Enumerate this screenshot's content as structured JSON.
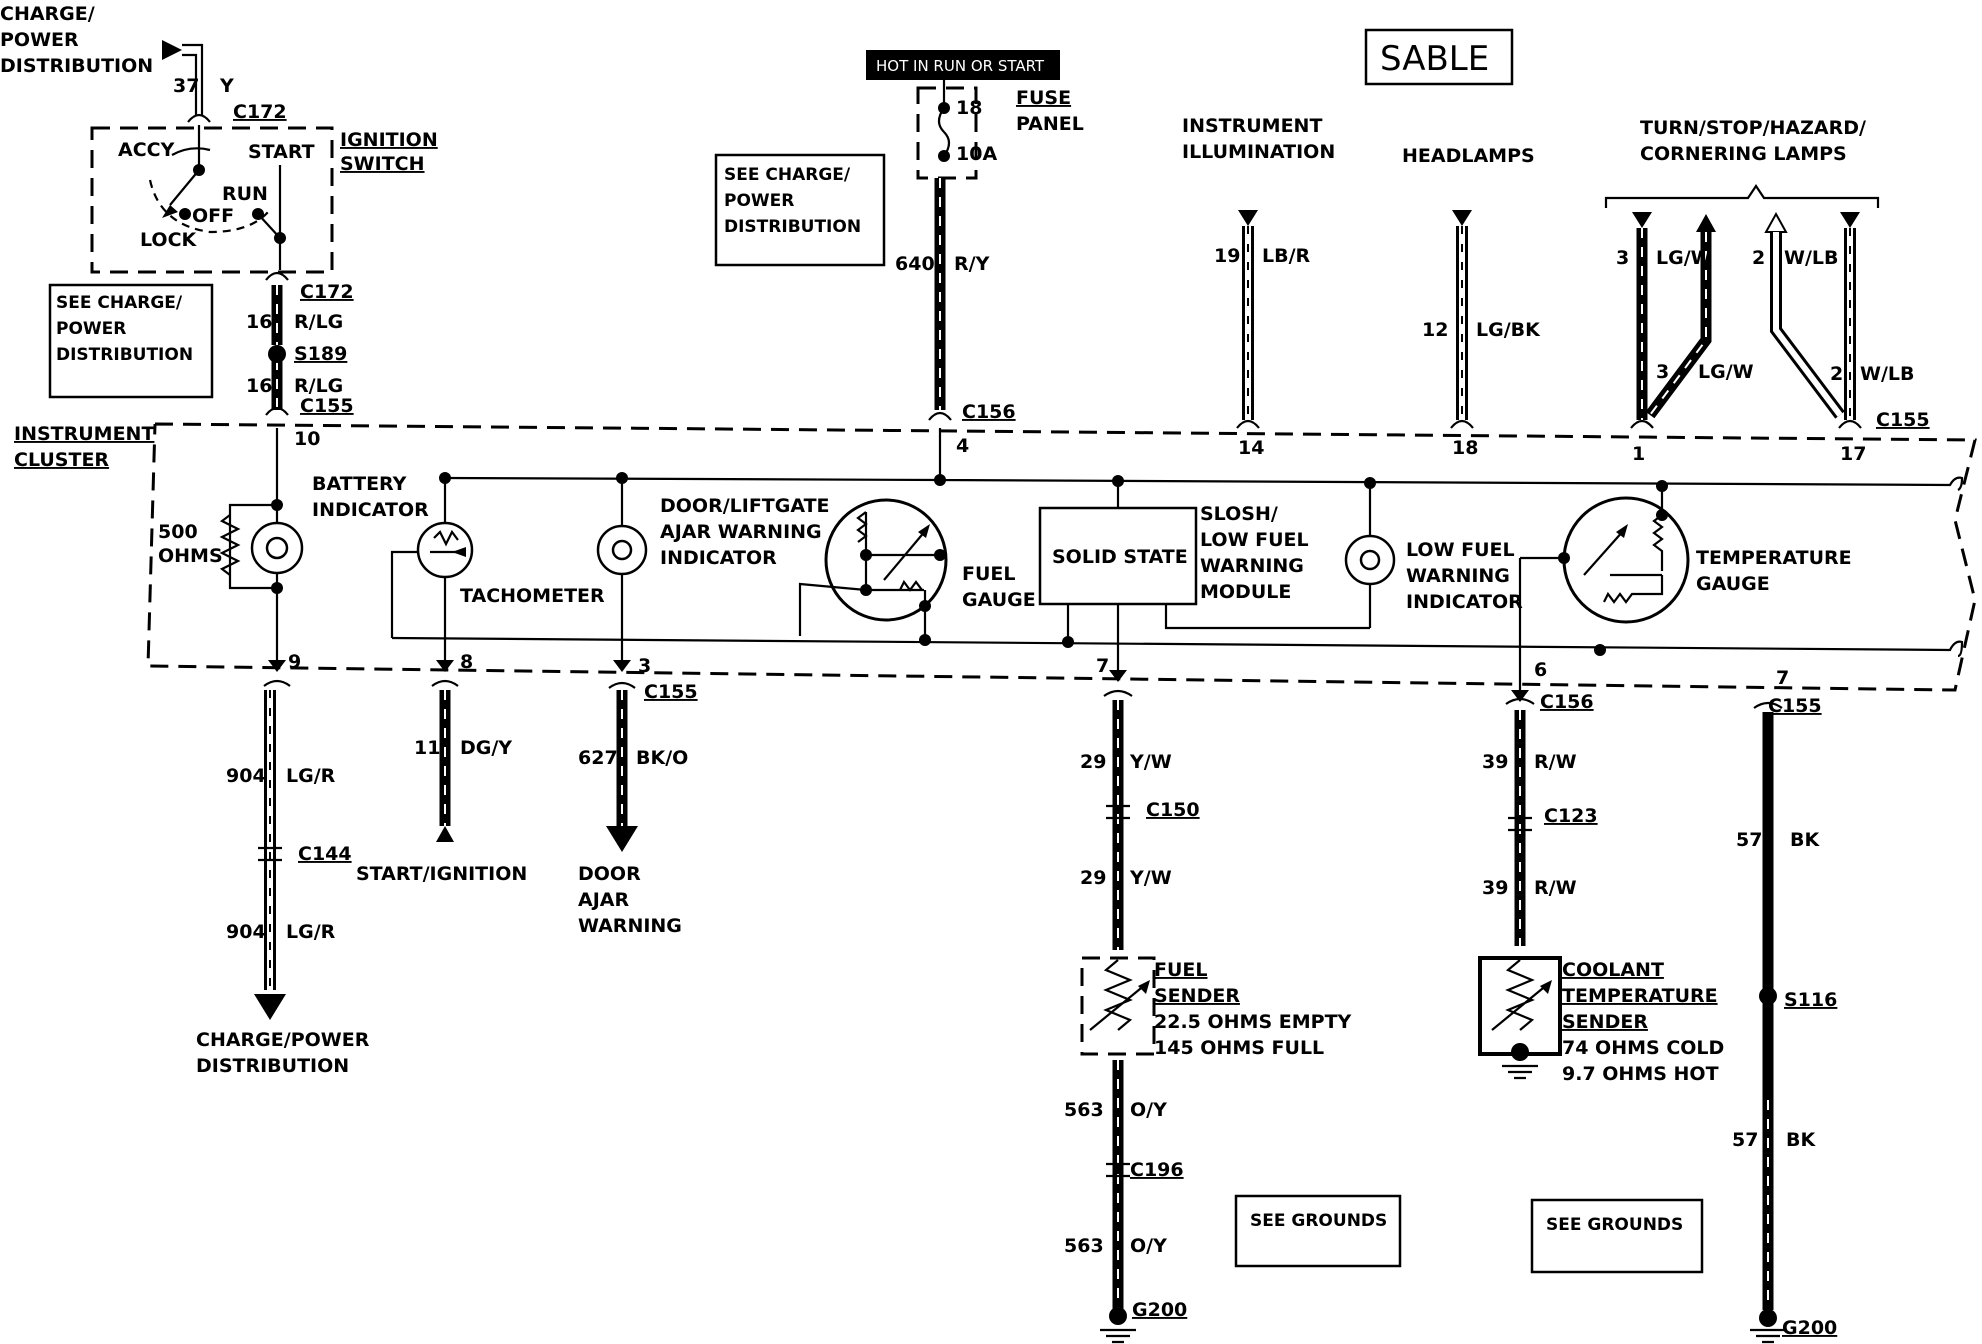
{
  "title_box": "SABLE",
  "hot_label": "HOT IN RUN OR START",
  "fuse_panel": {
    "label_1": "FUSE",
    "label_2": "PANEL",
    "fuse_num": "18",
    "rating": "10A"
  },
  "charge_top": {
    "l1": "CHARGE/",
    "l2": "POWER",
    "l3": "DISTRIBUTION",
    "circuit": "37",
    "color": "Y"
  },
  "ignition": {
    "connector_top": "C172",
    "label_1": "IGNITION",
    "label_2": "SWITCH",
    "positions": {
      "accy": "ACCY",
      "start": "START",
      "run": "RUN",
      "off": "OFF",
      "lock": "LOCK"
    },
    "connector_bottom": "C172"
  },
  "see_charge_left": {
    "l1": "SEE CHARGE/",
    "l2": "POWER",
    "l3": "DISTRIBUTION"
  },
  "see_charge_mid": {
    "l1": "SEE CHARGE/",
    "l2": "POWER",
    "l3": "DISTRIBUTION"
  },
  "wire_ign_1": {
    "circuit": "16",
    "color": "R/LG"
  },
  "splice_s189": "S189",
  "wire_ign_2": {
    "circuit": "16",
    "color": "R/LG"
  },
  "conn_c155_left": "C155",
  "pin_10": "10",
  "cluster_label": {
    "l1": "INSTRUMENT",
    "l2": "CLUSTER"
  },
  "wire_640": {
    "circuit": "640",
    "color": "R/Y"
  },
  "conn_c156_top": "C156",
  "pin_4": "4",
  "illum": {
    "l1": "INSTRUMENT",
    "l2": "ILLUMINATION",
    "circuit": "19",
    "color": "LB/R",
    "pin": "14"
  },
  "headlamps": {
    "label": "HEADLAMPS",
    "circuit": "12",
    "color": "LG/BK",
    "pin": "18"
  },
  "turn": {
    "l1": "TURN/STOP/HAZARD/",
    "l2": "CORNERING LAMPS",
    "c3a": "3",
    "col3a": "LG/W",
    "c3b": "3",
    "col3b": "LG/W",
    "c2a": "2",
    "col2a": "W/LB",
    "c2b": "2",
    "col2b": "W/LB",
    "pin1": "1",
    "pin17": "17",
    "conn": "C155"
  },
  "components": {
    "resistor": {
      "l1": "500",
      "l2": "OHMS"
    },
    "battery": {
      "l1": "BATTERY",
      "l2": "INDICATOR"
    },
    "tach": "TACHOMETER",
    "door": {
      "l1": "DOOR/LIFTGATE",
      "l2": "AJAR WARNING",
      "l3": "INDICATOR"
    },
    "fuel_gauge": {
      "l1": "FUEL",
      "l2": "GAUGE"
    },
    "solid_state": "SOLID STATE",
    "slosh": {
      "l1": "SLOSH/",
      "l2": "LOW FUEL",
      "l3": "WARNING",
      "l4": "MODULE"
    },
    "low_fuel": {
      "l1": "LOW FUEL",
      "l2": "WARNING",
      "l3": "INDICATOR"
    },
    "temp_gauge": {
      "l1": "TEMPERATURE",
      "l2": "GAUGE"
    }
  },
  "bottom_pins": {
    "p9": "9",
    "p8": "8",
    "p3": "3",
    "conn_left": "C155",
    "p7": "7",
    "p6": "6",
    "conn_c156": "C156",
    "p7b": "7",
    "conn_right": "C155"
  },
  "wire_904a": {
    "circuit": "904",
    "color": "LG/R"
  },
  "conn_c144": "C144",
  "wire_904b": {
    "circuit": "904",
    "color": "LG/R"
  },
  "charge_bottom": {
    "l1": "CHARGE/POWER",
    "l2": "DISTRIBUTION"
  },
  "wire_11": {
    "circuit": "11",
    "color": "DG/Y"
  },
  "start_ign": "START/IGNITION",
  "wire_627": {
    "circuit": "627",
    "color": "BK/O"
  },
  "door_ajar": {
    "l1": "DOOR",
    "l2": "AJAR",
    "l3": "WARNING"
  },
  "wire_29a": {
    "circuit": "29",
    "color": "Y/W"
  },
  "conn_c150": "C150",
  "wire_29b": {
    "circuit": "29",
    "color": "Y/W"
  },
  "fuel_sender": {
    "l1": "FUEL",
    "l2": "SENDER",
    "l3": "22.5 OHMS EMPTY",
    "l4": "145 OHMS FULL"
  },
  "wire_563a": {
    "circuit": "563",
    "color": "O/Y"
  },
  "conn_c196": "C196",
  "wire_563b": {
    "circuit": "563",
    "color": "O/Y"
  },
  "ground_g200_a": "G200",
  "see_grounds_1": "SEE GROUNDS",
  "wire_39a": {
    "circuit": "39",
    "color": "R/W"
  },
  "conn_c123": "C123",
  "wire_39b": {
    "circuit": "39",
    "color": "R/W"
  },
  "coolant": {
    "l1": "COOLANT",
    "l2": "TEMPERATURE",
    "l3": "SENDER",
    "l4": "74 OHMS COLD",
    "l5": "9.7 OHMS HOT"
  },
  "see_grounds_2": "SEE GROUNDS",
  "wire_57a": {
    "circuit": "57",
    "color": "BK"
  },
  "splice_s116": "S116",
  "wire_57b": {
    "circuit": "57",
    "color": "BK"
  },
  "ground_g200_b": "G200"
}
